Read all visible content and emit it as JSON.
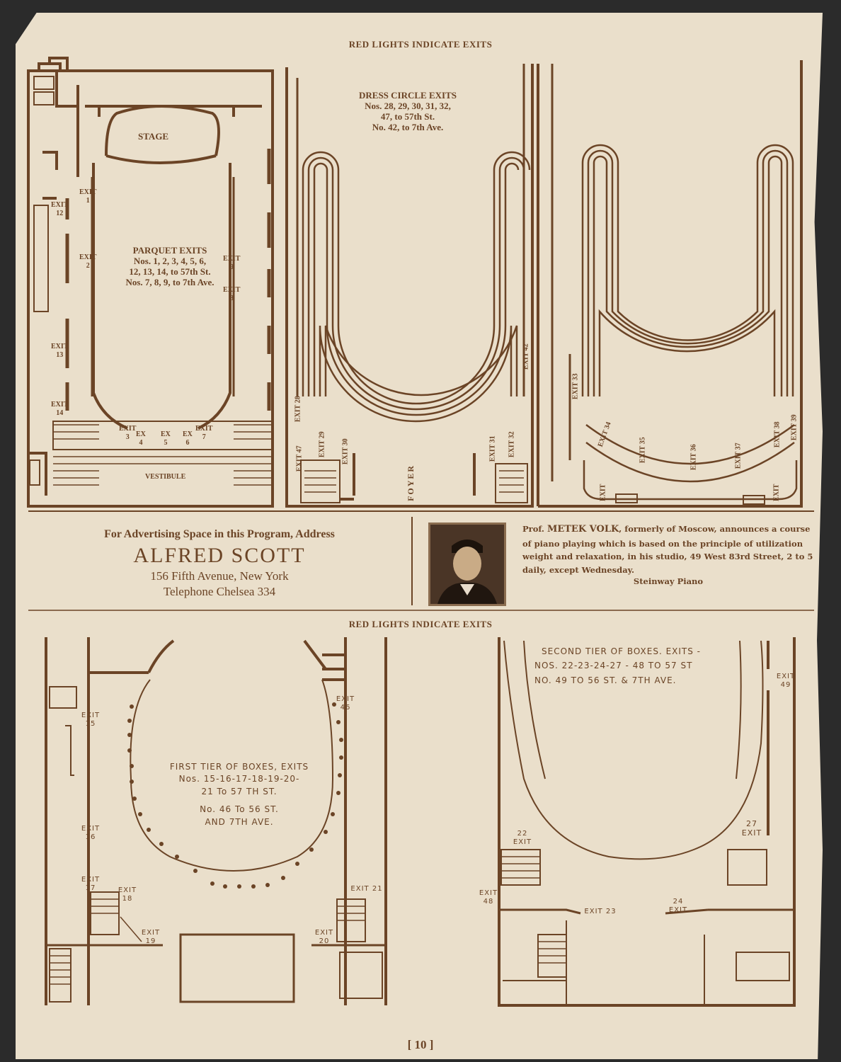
{
  "top_header": "RED LIGHTS INDICATE EXITS",
  "middle_header": "RED LIGHTS INDICATE EXITS",
  "parquet": {
    "stage": "STAGE",
    "vestibule": "VESTIBULE",
    "exits_title": "PARQUET EXITS",
    "exits_line1": "Nos. 1, 2, 3, 4, 5, 6,",
    "exits_line2": "12, 13, 14, to 57th St.",
    "exits_line3": "Nos. 7, 8, 9, to 7th Ave.",
    "exit_word": "EXIT",
    "ex_word": "EX",
    "exit_nums": {
      "e1": "1",
      "e2": "2",
      "e3": "3",
      "e4": "4",
      "e5": "5",
      "e6": "6",
      "e7": "7",
      "e8": "8",
      "e9": "9",
      "e12": "12",
      "e13": "13",
      "e14": "14"
    }
  },
  "dress_circle": {
    "title": "DRESS CIRCLE EXITS",
    "line1": "Nos. 28, 29, 30, 31, 32,",
    "line2": "47, to 57th St.",
    "line3": "No. 42, to 7th Ave.",
    "foyer": "FOYER",
    "exits": [
      "EXIT 28",
      "EXIT 29",
      "EXIT 30",
      "EXIT 31",
      "EXIT 32",
      "EXIT 47",
      "EXIT 42"
    ]
  },
  "balcony": {
    "exits": [
      "EXIT 33",
      "EXIT 34",
      "EXIT 35",
      "EXIT 36",
      "EXIT 37",
      "EXIT 38",
      "EXIT 39"
    ],
    "exit_word": "EXIT"
  },
  "ad_scott": {
    "line1": "For Advertising Space in this Program, Address",
    "name": "ALFRED SCOTT",
    "address": "156 Fifth Avenue, New York",
    "phone": "Telephone Chelsea 334"
  },
  "ad_volk": {
    "prefix": "Prof.",
    "name": "METEK VOLK",
    "text": ", formerly of Moscow, announces a course of piano playing which is based on the principle of utilization weight and relaxation, in his studio, 49 West 83rd Street, 2 to 5 daily, except Wednesday.",
    "sponsor": "Steinway Piano"
  },
  "first_tier": {
    "line1": "FIRST TIER OF BOXES, EXITS",
    "line2": "Nos. 15-16-17-18-19-20-",
    "line3": "21 To 57 TH ST.",
    "line4": "No. 46 To 56 ST.",
    "line5": "AND 7TH AVE.",
    "exits": {
      "e15": "EXIT 15",
      "e16": "EXIT 16",
      "e17": "EXIT 17",
      "e18": "EXIT 18",
      "e19": "EXIT 19",
      "e20": "EXIT 20",
      "e21": "EXIT 21",
      "e46": "EXIT 46"
    }
  },
  "second_tier": {
    "line1": "SECOND TIER OF BOXES. EXITS -",
    "line2": "NOS. 22-23-24-27 - 48 TO 57 ST",
    "line3": "NO. 49 TO 56 ST. & 7TH AVE.",
    "exits": {
      "e22": "22 EXIT",
      "e23": "EXIT 23",
      "e24": "24 EXIT",
      "e27": "27 EXIT",
      "e48": "EXIT 48",
      "e49": "EXIT 49"
    }
  },
  "page_number": "[ 10 ]"
}
